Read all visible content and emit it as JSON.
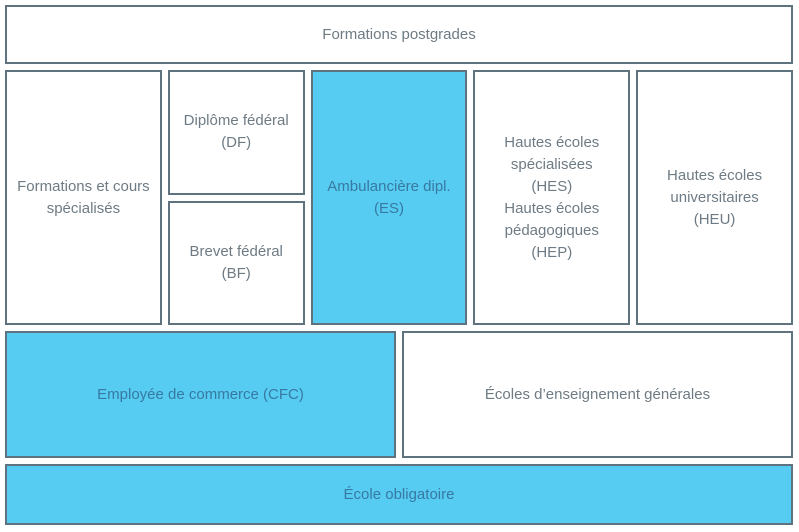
{
  "colors": {
    "highlight": "#56ccf2",
    "border": "#5f737e",
    "text_muted": "#6e7b84",
    "text_on_highlight": "#3879a1",
    "background": "#ffffff"
  },
  "boxes": {
    "formations_postgrades": {
      "label": "Formations postgrades",
      "highlighted": false
    },
    "formations_cours_specialises": {
      "label": "Formations et cours\nspécialisés",
      "highlighted": false
    },
    "diplome_federal": {
      "label": "Diplôme fédéral\n(DF)",
      "highlighted": false
    },
    "brevet_federal": {
      "label": "Brevet fédéral (BF)",
      "highlighted": false
    },
    "ambulanciere": {
      "label": "Ambulancière dipl.\n(ES)",
      "highlighted": true
    },
    "hes_hep": {
      "label": "Hautes écoles\nspécialisées\n(HES)\nHautes écoles\npédagogiques\n(HEP)",
      "highlighted": false
    },
    "heu": {
      "label": "Hautes écoles\nuniversitaires\n(HEU)",
      "highlighted": false
    },
    "employee_commerce": {
      "label": "Employée de commerce (CFC)",
      "highlighted": true
    },
    "ecoles_enseignement": {
      "label": "Écoles d’enseignement générales",
      "highlighted": false
    },
    "ecole_obligatoire": {
      "label": "École obligatoire",
      "highlighted": true
    }
  }
}
